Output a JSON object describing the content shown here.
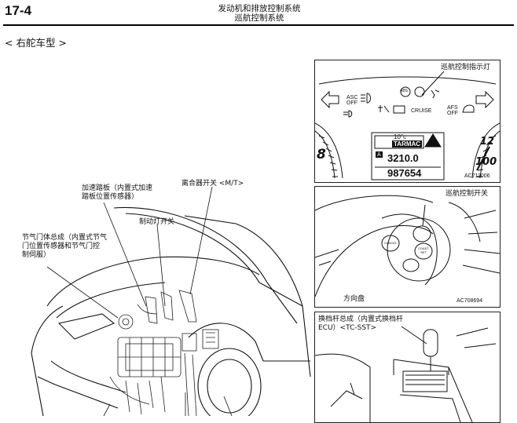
{
  "header": {
    "page_number": "17-4",
    "section_title": "发动机和排放控制系统",
    "subsection_title": "巡航控制系统"
  },
  "subtitle": "< 右舵车型 >",
  "labels": {
    "accelerator": "加速踏板（内置式加速\n踏板位置传感器）",
    "clutch_switch": "离合器开关 <M/T>",
    "brake_switch": "制动灯开关",
    "throttle_body": "节气门体总成（内置式节气\n门位置传感器和节气门控\n制伺服）"
  },
  "panels": {
    "cluster": {
      "label": "巡航控制指示灯",
      "code": "AC711006",
      "display": {
        "temp": "10°c",
        "road": "TARMAC",
        "box_a": "A",
        "trip": "3210.0",
        "odo": "987654",
        "speed_8": "8",
        "speed_100": "100",
        "speed_12": "12"
      },
      "icons": {
        "asc_line1": "ASC",
        "asc_line2": "OFF",
        "abs": "ABS",
        "cruise": "CRUISE",
        "afs_line1": "AFS",
        "afs_line2": "OFF"
      }
    },
    "wheel": {
      "label": "巡航控制开关",
      "caption": "方向盘",
      "code": "AC708694",
      "buttons": {
        "cancel": "CANCEL",
        "coast_line1": "COAST",
        "coast_line2": "SET"
      }
    },
    "shifter": {
      "label": "换档杆总成（内置式换档杆\nECU）<TC-SST>"
    }
  }
}
